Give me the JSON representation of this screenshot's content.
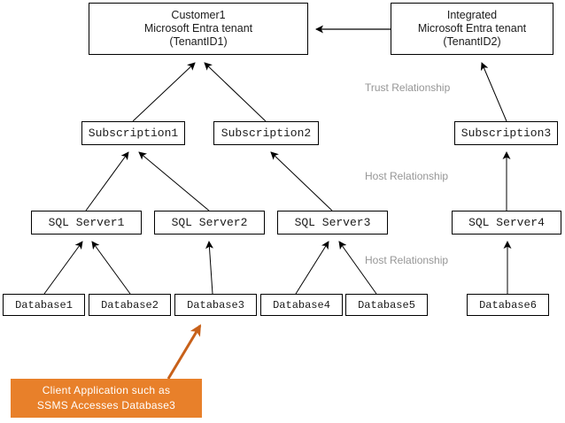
{
  "diagram": {
    "title": "Azure SQL tenant, subscription, server and database hierarchy",
    "colors": {
      "box_border": "#000000",
      "box_fill": "#ffffff",
      "text": "#1a1a1a",
      "edge": "#000000",
      "relationship_label": "#969696",
      "callout_fill": "#e8802a",
      "callout_text": "#ffffff",
      "callout_arrow": "#c8611a"
    },
    "tenants": [
      {
        "id": "customer1-tenant",
        "lines": [
          "Customer1",
          "Microsoft Entra tenant",
          "(TenantID1)"
        ]
      },
      {
        "id": "integrated-tenant",
        "lines": [
          "Integrated",
          "Microsoft Entra tenant",
          "(TenantID2)"
        ]
      }
    ],
    "subscriptions": [
      {
        "id": "subscription1",
        "label": "Subscription1"
      },
      {
        "id": "subscription2",
        "label": "Subscription2"
      },
      {
        "id": "subscription3",
        "label": "Subscription3"
      }
    ],
    "servers": [
      {
        "id": "sql-server1",
        "label": "SQL Server1"
      },
      {
        "id": "sql-server2",
        "label": "SQL Server2"
      },
      {
        "id": "sql-server3",
        "label": "SQL Server3"
      },
      {
        "id": "sql-server4",
        "label": "SQL Server4"
      }
    ],
    "databases": [
      {
        "id": "database1",
        "label": "Database1"
      },
      {
        "id": "database2",
        "label": "Database2"
      },
      {
        "id": "database3",
        "label": "Database3"
      },
      {
        "id": "database4",
        "label": "Database4"
      },
      {
        "id": "database5",
        "label": "Database5"
      },
      {
        "id": "database6",
        "label": "Database6"
      }
    ],
    "relationship_labels": [
      {
        "id": "trust-relationship",
        "text": "Trust Relationship"
      },
      {
        "id": "host-relationship-subscription",
        "text": "Host Relationship"
      },
      {
        "id": "host-relationship-server",
        "text": "Host Relationship"
      }
    ],
    "callout": {
      "id": "client-application-callout",
      "lines": [
        "Client Application such as",
        "SSMS Accesses Database3"
      ]
    },
    "edges": [
      {
        "from": "integrated-tenant",
        "to": "customer1-tenant",
        "kind": "trust"
      },
      {
        "from": "subscription1",
        "to": "customer1-tenant",
        "kind": "host"
      },
      {
        "from": "subscription2",
        "to": "customer1-tenant",
        "kind": "host"
      },
      {
        "from": "subscription3",
        "to": "integrated-tenant",
        "kind": "trust"
      },
      {
        "from": "sql-server1",
        "to": "subscription1",
        "kind": "host"
      },
      {
        "from": "sql-server2",
        "to": "subscription1",
        "kind": "host"
      },
      {
        "from": "sql-server3",
        "to": "subscription2",
        "kind": "host"
      },
      {
        "from": "sql-server4",
        "to": "subscription3",
        "kind": "host"
      },
      {
        "from": "database1",
        "to": "sql-server1",
        "kind": "host"
      },
      {
        "from": "database2",
        "to": "sql-server1",
        "kind": "host"
      },
      {
        "from": "database3",
        "to": "sql-server2",
        "kind": "host"
      },
      {
        "from": "database4",
        "to": "sql-server3",
        "kind": "host"
      },
      {
        "from": "database5",
        "to": "sql-server3",
        "kind": "host"
      },
      {
        "from": "database6",
        "to": "sql-server4",
        "kind": "host"
      },
      {
        "from": "client-application-callout",
        "to": "database3",
        "kind": "access"
      }
    ]
  }
}
